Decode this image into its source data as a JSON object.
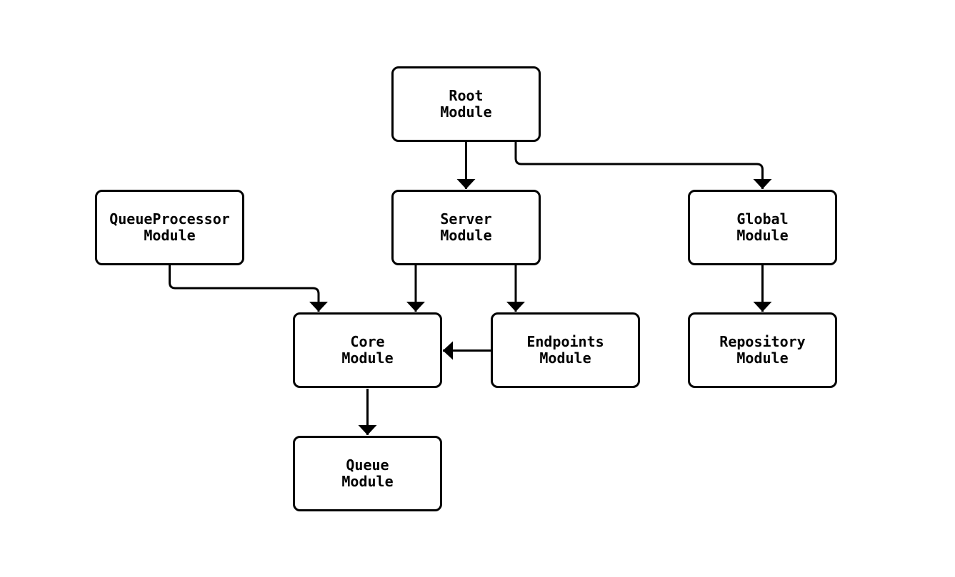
{
  "diagram": {
    "type": "flowchart",
    "colors": {
      "background": "#ffffff",
      "node_fill": "#ffffff",
      "node_border": "#000000",
      "edge": "#000000",
      "text": "#000000"
    },
    "nodes": [
      {
        "id": "RootModule",
        "label": "Root\nModule"
      },
      {
        "id": "QueueProcessorModule",
        "label": "QueueProcessor\nModule"
      },
      {
        "id": "ServerModule",
        "label": "Server\nModule"
      },
      {
        "id": "GlobalModule",
        "label": "Global\nModule"
      },
      {
        "id": "CoreModule",
        "label": "Core\nModule"
      },
      {
        "id": "EndpointsModule",
        "label": "Endpoints\nModule"
      },
      {
        "id": "RepositoryModule",
        "label": "Repository\nModule"
      },
      {
        "id": "QueueModule",
        "label": "Queue\nModule"
      }
    ],
    "edges": [
      {
        "from": "RootModule",
        "to": "ServerModule"
      },
      {
        "from": "RootModule",
        "to": "GlobalModule"
      },
      {
        "from": "QueueProcessorModule",
        "to": "CoreModule"
      },
      {
        "from": "ServerModule",
        "to": "CoreModule"
      },
      {
        "from": "ServerModule",
        "to": "EndpointsModule"
      },
      {
        "from": "EndpointsModule",
        "to": "CoreModule"
      },
      {
        "from": "GlobalModule",
        "to": "RepositoryModule"
      },
      {
        "from": "CoreModule",
        "to": "QueueModule"
      }
    ]
  }
}
